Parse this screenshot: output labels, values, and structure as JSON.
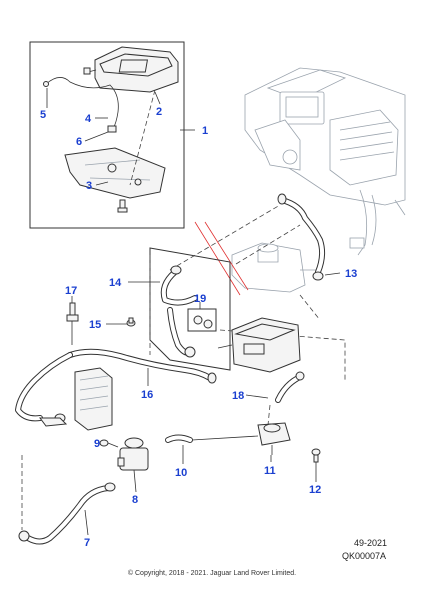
{
  "callouts": {
    "c1": "1",
    "c2": "2",
    "c3": "3",
    "c4": "4",
    "c5": "5",
    "c6": "6",
    "c7": "7",
    "c8": "8",
    "c9": "9",
    "c10": "10",
    "c11": "11",
    "c12": "12",
    "c13": "13",
    "c14": "14",
    "c15": "15",
    "c16": "16",
    "c17": "17",
    "c18": "18",
    "c19": "19"
  },
  "reference": {
    "date_code": "49-2021",
    "illustration_code": "QK00007A"
  },
  "copyright": "© Copyright, 2018 - 2021. Jaguar Land Rover Limited.",
  "colors": {
    "callout_text": "#1a3fd0",
    "line_art": "#333333",
    "ghost_line_art": "#9aa3ad",
    "section_marker": "#e03030"
  }
}
